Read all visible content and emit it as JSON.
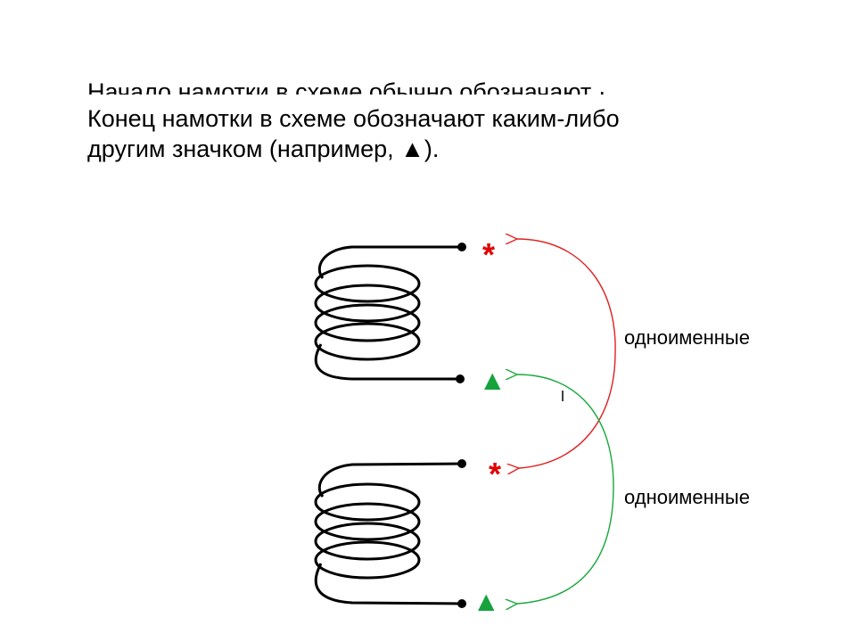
{
  "text": {
    "clipped_line": "Начало намотки в схеме обычно обозначают ·",
    "line1": "Конец намотки в схеме обозначают каким-либо",
    "line2": "другим значком (например, ▲)."
  },
  "diagram": {
    "start_marker": "*",
    "end_marker": "▲",
    "label_top": "одноименные",
    "label_bottom": "одноименные",
    "colors": {
      "start_arrow": "#e02020",
      "end_arrow": "#1aa83c",
      "coil": "#000000"
    }
  }
}
